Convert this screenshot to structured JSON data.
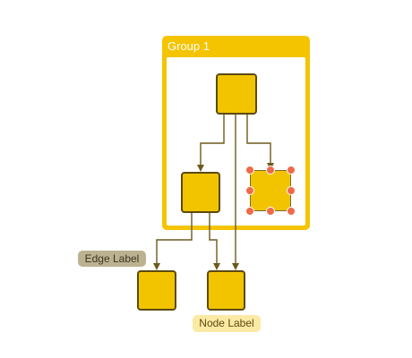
{
  "diagram": {
    "group": {
      "title": "Group 1"
    },
    "edge_label": "Edge Label",
    "node_label": "Node Label",
    "colors": {
      "group": "#f5c400",
      "node_fill": "#f2c400",
      "node_border": "#5a4a10",
      "edge": "#6b5a1c",
      "handle": "#ef6a4a",
      "edge_label_bg": "#bcb291",
      "node_label_bg": "#fbeaa4"
    }
  }
}
